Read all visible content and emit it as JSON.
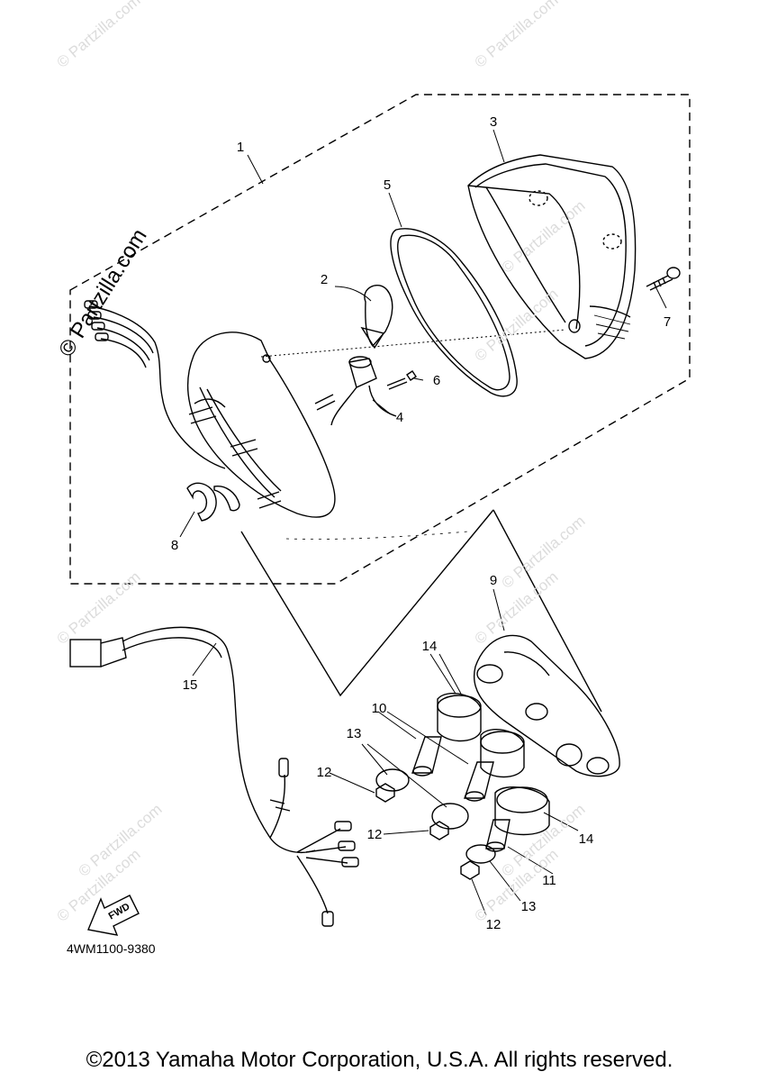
{
  "diagram": {
    "code": "4WM1100-9380",
    "copyright": "©2013 Yamaha Motor Corporation, U.S.A. All rights reserved.",
    "watermark_main": "© Partzilla.com",
    "watermark_faint": "© Partzilla.com",
    "fwd_label": "FWD",
    "callouts": [
      {
        "n": "1"
      },
      {
        "n": "2"
      },
      {
        "n": "3"
      },
      {
        "n": "4"
      },
      {
        "n": "5"
      },
      {
        "n": "6"
      },
      {
        "n": "7"
      },
      {
        "n": "8"
      },
      {
        "n": "9"
      },
      {
        "n": "10"
      },
      {
        "n": "11"
      },
      {
        "n": "12"
      },
      {
        "n": "12"
      },
      {
        "n": "12"
      },
      {
        "n": "13"
      },
      {
        "n": "13"
      },
      {
        "n": "14"
      },
      {
        "n": "14"
      },
      {
        "n": "15"
      }
    ]
  },
  "colors": {
    "line": "#000000",
    "watermark": "#dcdcdc"
  }
}
